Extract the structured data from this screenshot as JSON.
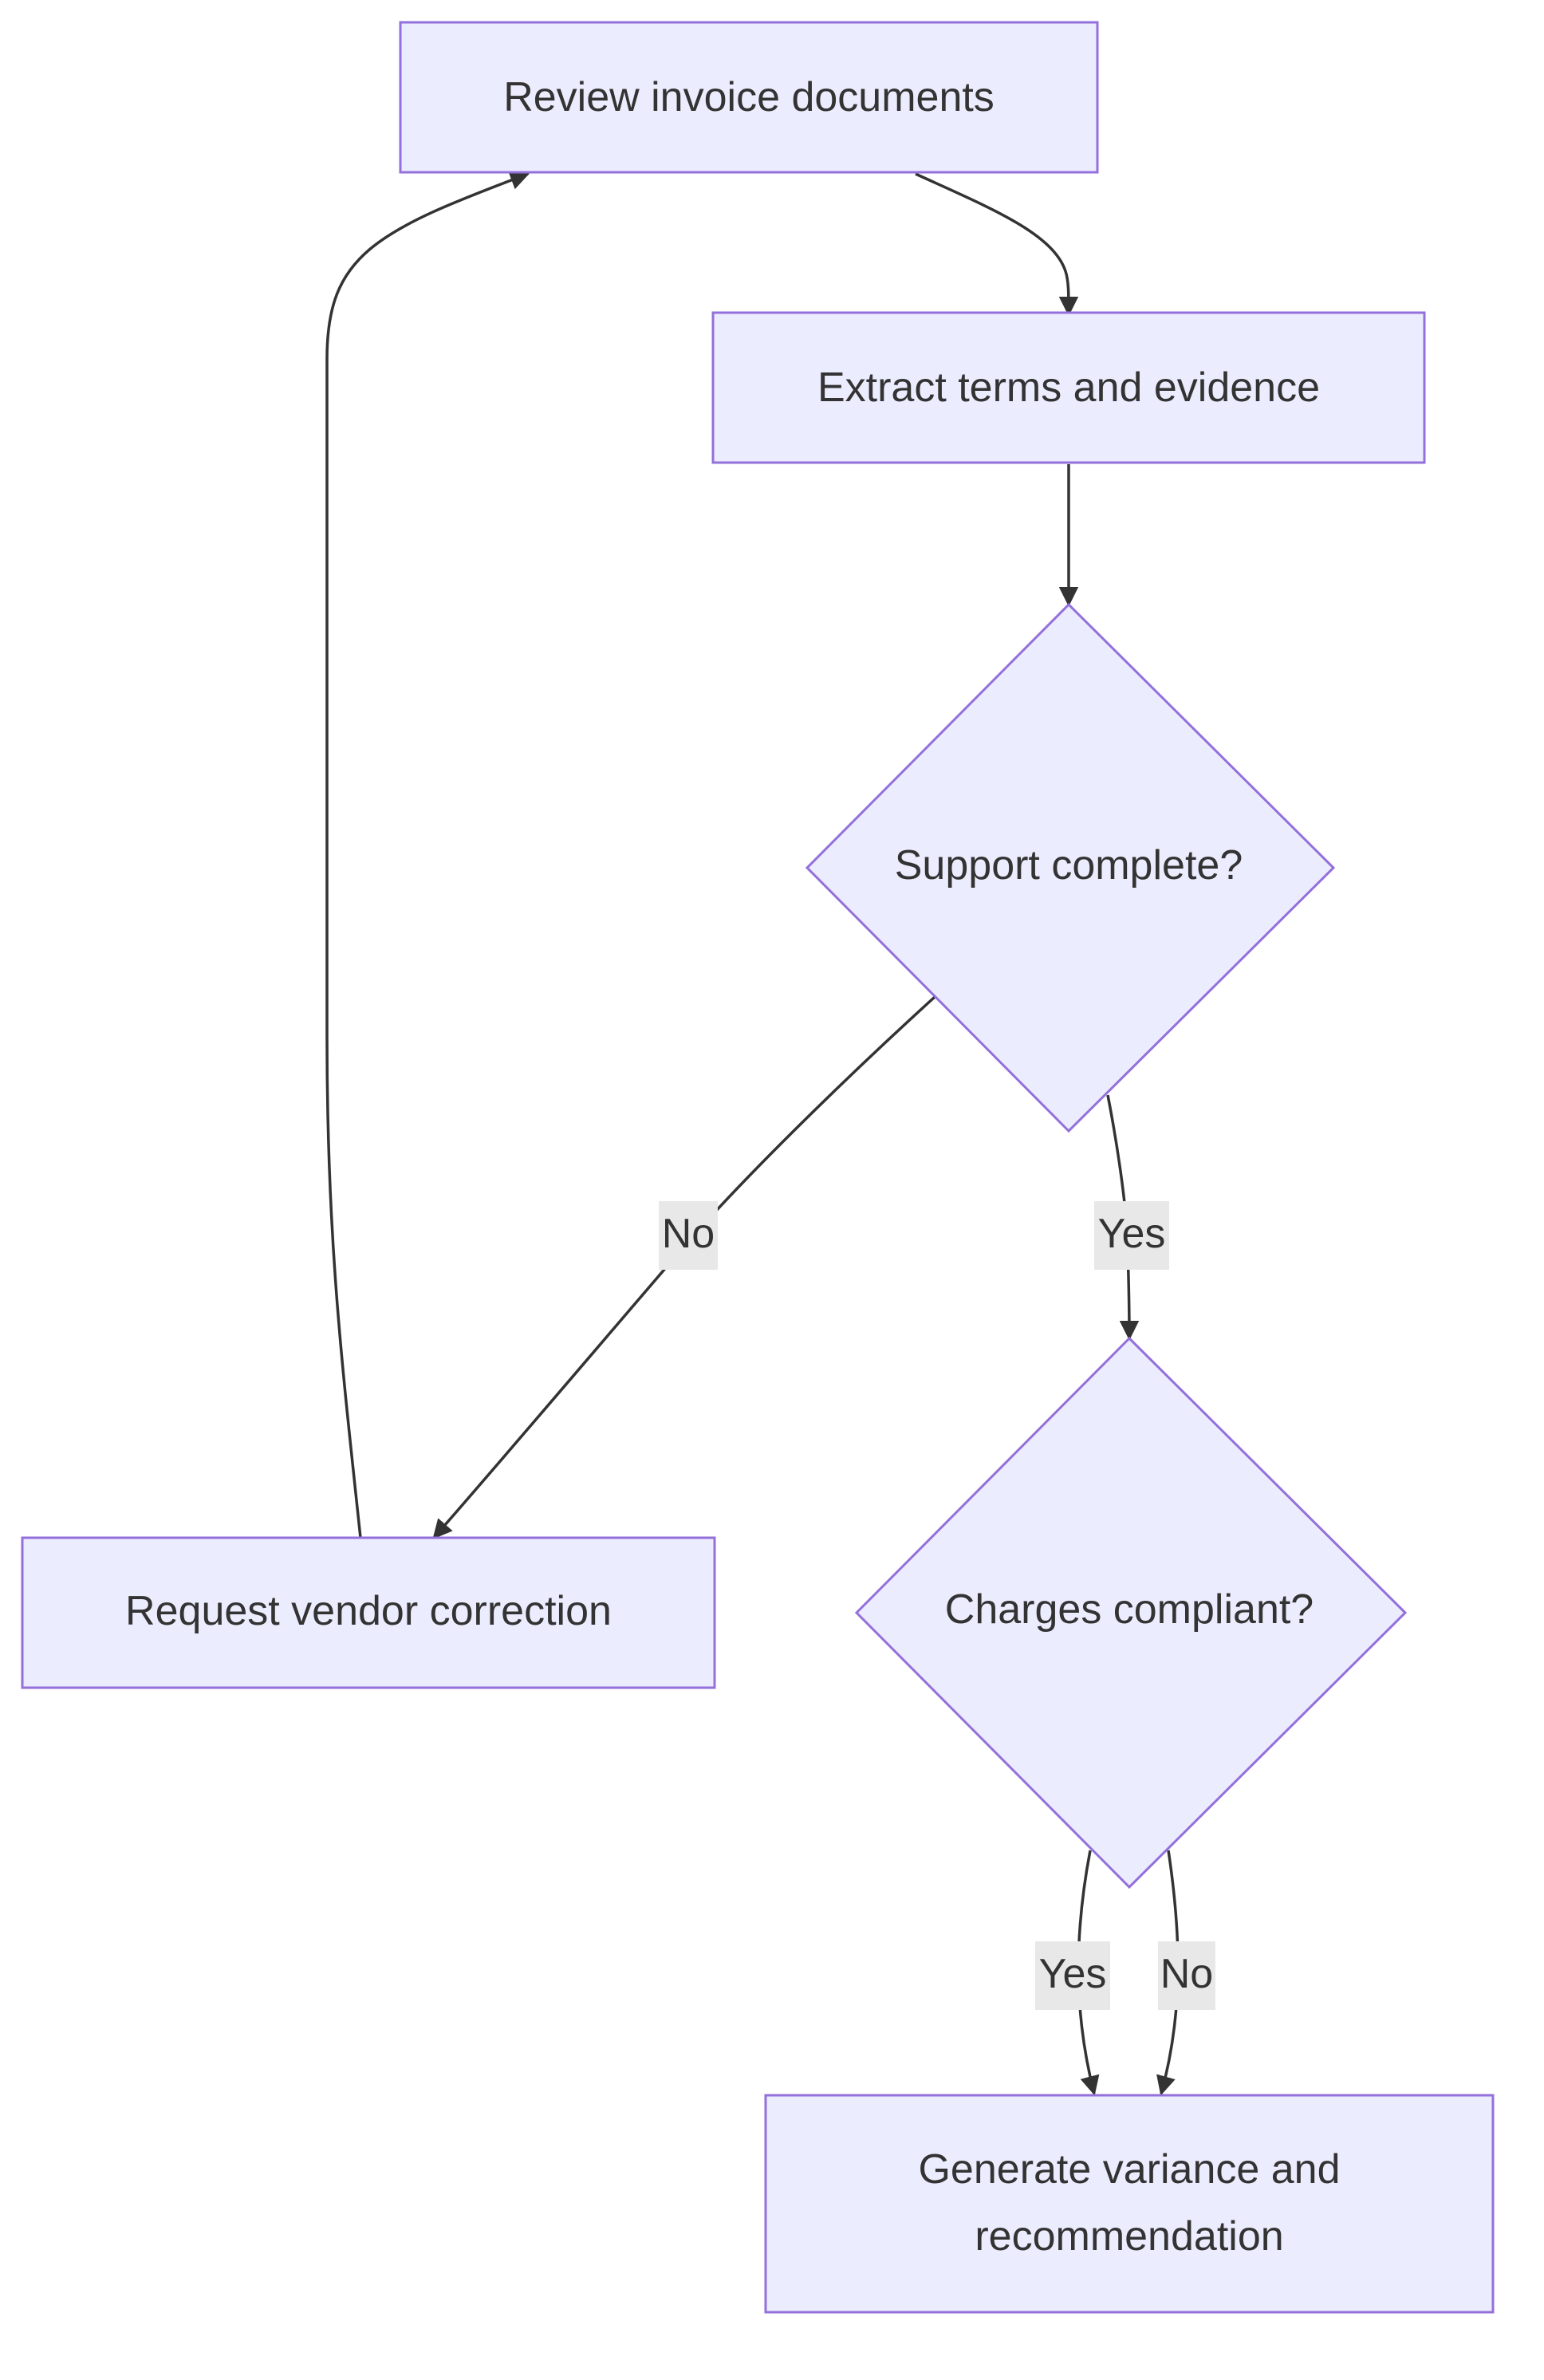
{
  "diagram": {
    "nodes": {
      "review": {
        "label": "Review invoice documents"
      },
      "extract": {
        "label": "Extract terms and evidence"
      },
      "support": {
        "label": "Support complete?"
      },
      "charges": {
        "label": "Charges compliant?"
      },
      "request": {
        "label": "Request vendor correction"
      },
      "generate": {
        "line1": "Generate variance and",
        "line2": "recommendation"
      }
    },
    "edges": {
      "support_no": "No",
      "support_yes": "Yes",
      "charges_yes": "Yes",
      "charges_no": "No"
    },
    "colors": {
      "node_fill": "#ECECFF",
      "node_stroke": "#9370DB",
      "edge": "#333333",
      "edge_label_bg": "#E8E8E8"
    }
  }
}
